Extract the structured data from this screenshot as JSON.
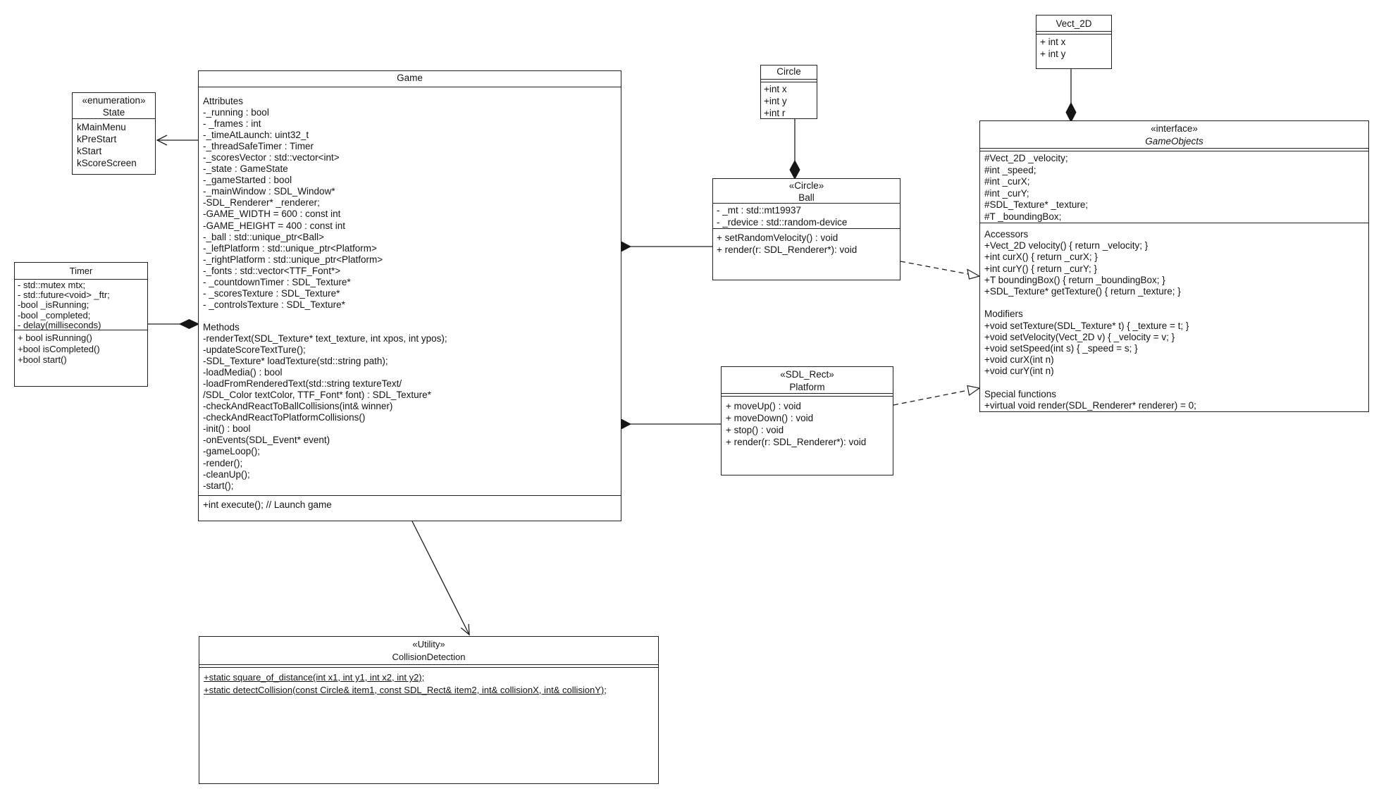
{
  "classes": {
    "vect2d": {
      "title": "Vect_2D",
      "attributes": [
        "+ int x",
        "+ int y"
      ]
    },
    "circle": {
      "title": "Circle",
      "attributes": [
        "+int x",
        "+int y",
        "+int r"
      ]
    },
    "state": {
      "stereotype": "«enumeration»",
      "title": "State",
      "literals": [
        "kMainMenu",
        "kPreStart",
        "kStart",
        "kScoreScreen"
      ]
    },
    "timer": {
      "title": "Timer",
      "attributes": [
        "- std::mutex mtx;",
        "- std::future<void> _ftr;",
        "-bool _isRunning;",
        "-bool _completed;",
        "- delay(milliseconds)"
      ],
      "methods": [
        "+ bool isRunning()",
        "+bool isCompleted()",
        "+bool start()"
      ]
    },
    "game": {
      "title": "Game",
      "body": [
        "Attributes",
        "-_running : bool",
        "- _frames : int",
        "-_timeAtLaunch: uint32_t",
        "-_threadSafeTimer : Timer",
        "-_scoresVector : std::vector<int>",
        "-_state : GameState",
        "-_gameStarted : bool",
        "-_mainWindow : SDL_Window*",
        "-SDL_Renderer* _renderer;",
        "-GAME_WIDTH = 600 : const int",
        "-GAME_HEIGHT = 400 : const int",
        "-_ball : std::unique_ptr<Ball>",
        "-_leftPlatform : std::unique_ptr<Platform>",
        "-_rightPlatform : std::unique_ptr<Platform>",
        "-_fonts : std::vector<TTF_Font*>",
        "- _countdownTimer : SDL_Texture*",
        "- _scoresTexture : SDL_Texture*",
        "- _controlsTexture : SDL_Texture*",
        "",
        "Methods",
        "-renderText(SDL_Texture* text_texture, int xpos, int ypos);",
        "-updateScoreTextTure();",
        "-SDL_Texture* loadTexture(std::string path);",
        "-loadMedia() : bool",
        "-loadFromRenderedText(std::string textureText/",
        "/SDL_Color textColor, TTF_Font* font) : SDL_Texture*",
        "-checkAndReactToBallCollisions(int& winner)",
        "-checkAndReactToPlatformCollisions()",
        "-init() : bool",
        "-onEvents(SDL_Event* event)",
        "-gameLoop();",
        "-render();",
        "-cleanUp();",
        "-start();"
      ],
      "footer": "+int execute(); // Launch game"
    },
    "ball": {
      "stereotype": "«Circle»",
      "title": "Ball",
      "attributes": [
        "- _mt : std::mt19937",
        "- _rdevice : std::random-device"
      ],
      "methods": [
        "+ setRandomVelocity() : void",
        "+ render(r: SDL_Renderer*): void"
      ]
    },
    "platform": {
      "stereotype": "«SDL_Rect»",
      "title": "Platform",
      "methods": [
        "+ moveUp() : void",
        "+ moveDown() : void",
        "+ stop() : void",
        "+ render(r: SDL_Renderer*): void"
      ]
    },
    "gameobjects": {
      "stereotype": "«interface»",
      "title": "GameObjects",
      "attributes": [
        "#Vect_2D _velocity;",
        "#int _speed;",
        "#int _curX;",
        "#int _curY;",
        "#SDL_Texture* _texture;",
        "#T _boundingBox;"
      ],
      "methods": [
        "Accessors",
        "+Vect_2D velocity() { return _velocity; }",
        "+int curX() { return _curX; }",
        "+int curY() { return _curY; }",
        "+T boundingBox() { return _boundingBox;  }",
        "+SDL_Texture* getTexture() { return _texture;  }",
        "",
        "Modifiers",
        "+void setTexture(SDL_Texture* t) { _texture = t; }",
        "+void setVelocity(Vect_2D v) { _velocity = v;  }",
        "+void setSpeed(int s) { _speed = s;  }",
        "+void curX(int n)",
        "+void curY(int n)",
        "",
        "Special functions",
        "+virtual void render(SDL_Renderer* renderer) = 0;"
      ]
    },
    "collision": {
      "stereotype": "«Utility»",
      "title": "CollisionDetection",
      "methods": [
        "+static square_of_distance(int x1, int y1, int x2, int y2);",
        "+static detectCollision(const Circle& item1, const SDL_Rect& item2, int& collisionX, int& collisionY);"
      ]
    }
  },
  "relationships": [
    {
      "type": "dependency-arrow",
      "from": "Game",
      "to": "State"
    },
    {
      "type": "composition",
      "owner": "Game",
      "part": "Timer"
    },
    {
      "type": "composition",
      "owner": "Game",
      "part": "Ball"
    },
    {
      "type": "composition",
      "owner": "Game",
      "part": "Platform"
    },
    {
      "type": "composition",
      "owner": "Ball",
      "part": "Circle"
    },
    {
      "type": "composition",
      "owner": "GameObjects",
      "part": "Vect_2D"
    },
    {
      "type": "realization",
      "from": "Ball",
      "to": "GameObjects"
    },
    {
      "type": "realization",
      "from": "Platform",
      "to": "GameObjects"
    },
    {
      "type": "dependency-arrow",
      "from": "Game",
      "to": "CollisionDetection"
    }
  ]
}
